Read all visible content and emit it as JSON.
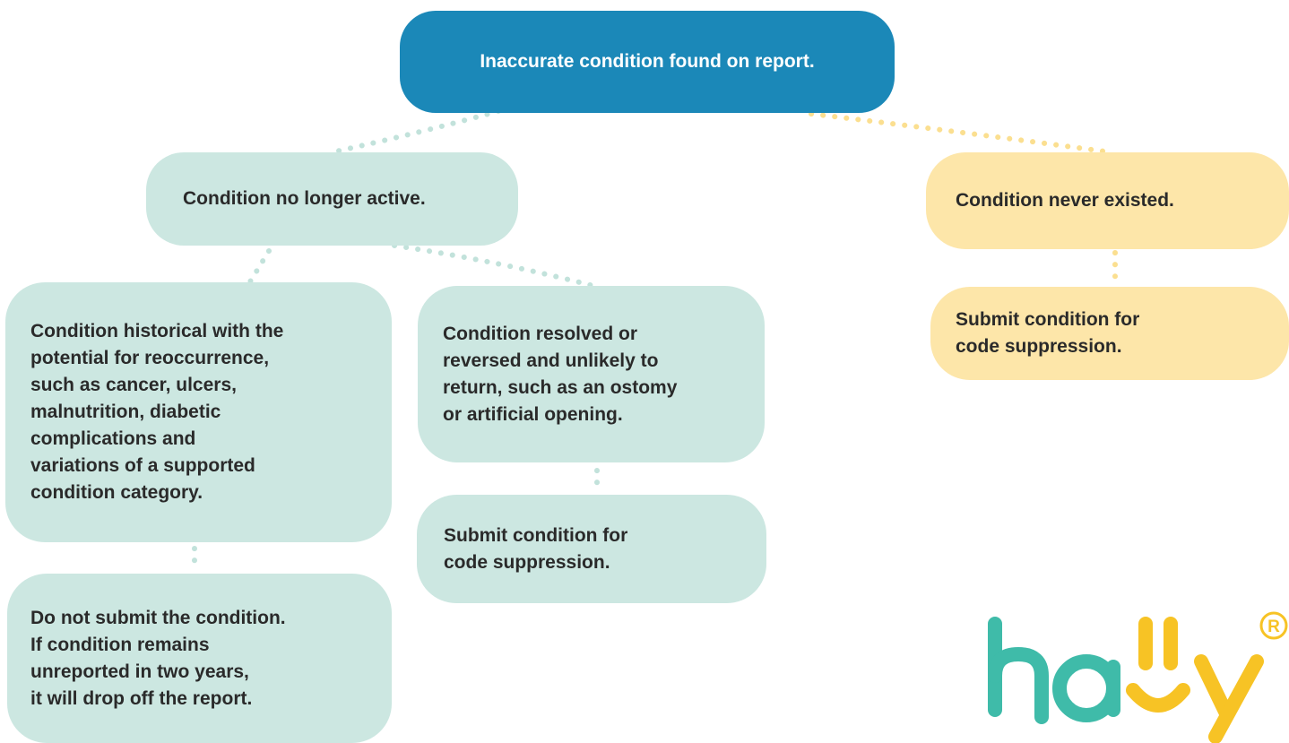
{
  "colors": {
    "root": "#1b88b8",
    "teal_node": "#cce7e1",
    "yellow_node": "#fde6a9",
    "teal_dots": "#c2e2db",
    "yellow_dots": "#fbdf90",
    "logo_teal": "#3fbba9",
    "logo_yellow": "#f7c325"
  },
  "root": {
    "label": "Inaccurate condition found on report."
  },
  "no_longer_active": {
    "label": "Condition no longer active.",
    "historical": {
      "label": "Condition historical with the\npotential for reoccurrence,\nsuch as cancer, ulcers,\nmalnutrition, diabetic\ncomplications and\nvariations of a supported\ncondition category.",
      "action": "Do not submit the condition.\nIf condition remains\nunreported in two years,\nit will drop off the report."
    },
    "resolved": {
      "label": "Condition resolved or\nreversed and unlikely to\nreturn, such as an ostomy\nor artificial opening.",
      "action": "Submit condition for\ncode suppression."
    }
  },
  "never_existed": {
    "label": "Condition never existed.",
    "action": "Submit condition for\ncode suppression."
  },
  "logo": {
    "text": "hally",
    "trademark": "R",
    "icon": "smile-logo-icon"
  }
}
